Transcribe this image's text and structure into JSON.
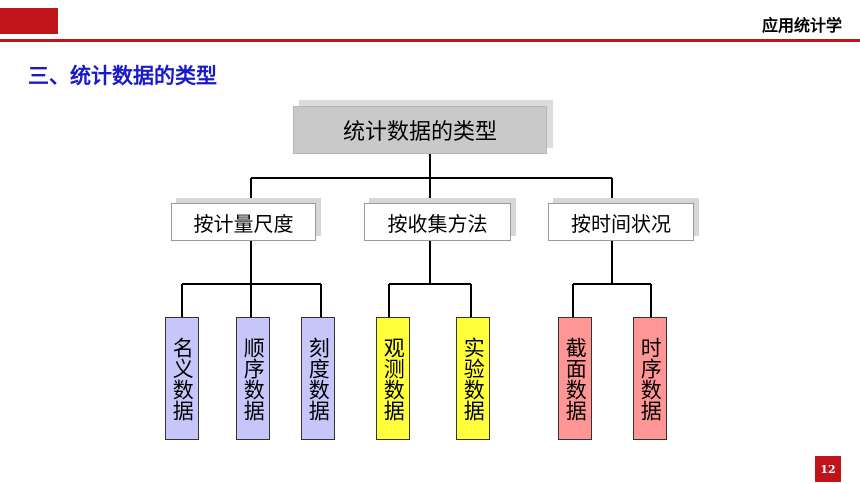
{
  "header": {
    "course_title": "应用统计学",
    "accent_color": "#c0141b"
  },
  "section_title": "三、统计数据的类型",
  "diagram": {
    "root": "统计数据的类型",
    "groups": [
      {
        "label": "按计量尺度",
        "leaves": [
          "名义数据",
          "顺序数据",
          "刻度数据"
        ],
        "color": "#c6c6fb"
      },
      {
        "label": "按收集方法",
        "leaves": [
          "观测数据",
          "实验数据"
        ],
        "color": "#ffff3c"
      },
      {
        "label": "按时间状况",
        "leaves": [
          "截面数据",
          "时序数据"
        ],
        "color": "#ff9595"
      }
    ]
  },
  "page_number": "12"
}
